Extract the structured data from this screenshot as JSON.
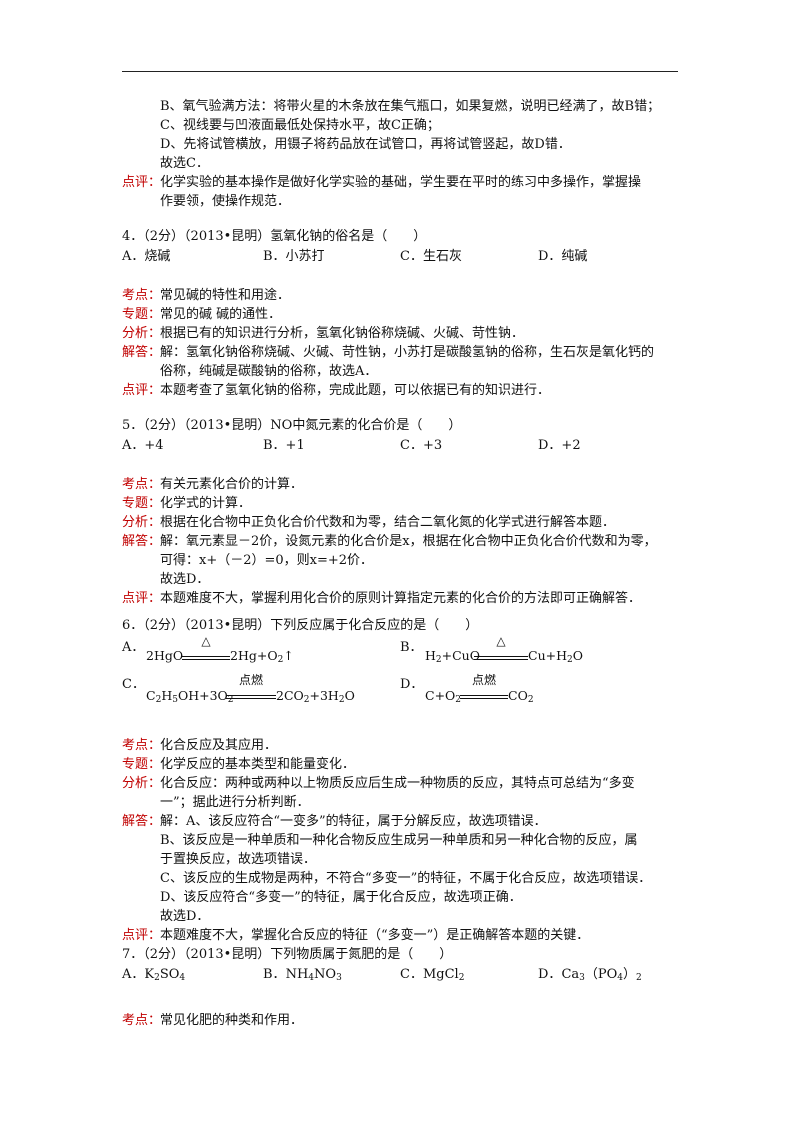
{
  "prev": {
    "b": "B、氧气验满方法：将带火星的木条放在集气瓶口，如果复燃，说明已经满了，故B错；",
    "c": "C、视线要与凹液面最低处保持水平，故C正确；",
    "d": "D、先将试管横放，用镊子将药品放在试管口，再将试管竖起，故D错．",
    "choose": "故选C．",
    "comment_label": "点评：",
    "comment_1": "化学实验的基本操作是做好化学实验的基础，学生要在平时的练习中多操作，掌握操",
    "comment_2": "作要领，使操作规范．"
  },
  "q4": {
    "stem": "4．（2分）（2013•昆明）氢氧化钠的俗名是（　　）",
    "options": [
      "A．烧碱",
      "B．小苏打",
      "C．生石灰",
      "D．纯碱"
    ],
    "kaodian_label": "考点：",
    "kaodian": "常见碱的特性和用途．",
    "zhuanti_label": "专题：",
    "zhuanti": "常见的碱  碱的通性．",
    "fenxi_label": "分析：",
    "fenxi": "根据已有的知识进行分析，氢氧化钠俗称烧碱、火碱、苛性钠．",
    "jieda_label": "解答：",
    "jieda_1": "解：氢氧化钠俗称烧碱、火碱、苛性钠，小苏打是碳酸氢钠的俗称，生石灰是氧化钙的",
    "jieda_2": "俗称，纯碱是碳酸钠的俗称，故选A．",
    "dianping_label": "点评：",
    "dianping": "本题考查了氢氧化钠的俗称，完成此题，可以依据已有的知识进行．"
  },
  "q5": {
    "stem": "5．（2分）（2013•昆明）NO中氮元素的化合价是（　　）",
    "options": [
      "A．+4",
      "B．+1",
      "C．+3",
      "D．+2"
    ],
    "kaodian_label": "考点：",
    "kaodian": "有关元素化合价的计算．",
    "zhuanti_label": "专题：",
    "zhuanti": "化学式的计算．",
    "fenxi_label": "分析：",
    "fenxi": "根据在化合物中正负化合价代数和为零，结合二氧化氮的化学式进行解答本题．",
    "jieda_label": "解答：",
    "jieda_1": "解：氧元素显－2价，设氮元素的化合价是x，根据在化合物中正负化合价代数和为零，",
    "jieda_2": "可得：x+（－2）=0，则x=+2价．",
    "jieda_3": "故选D．",
    "dianping_label": "点评：",
    "dianping": "本题难度不大，掌握利用化合价的原则计算指定元素的化合价的方法即可正确解答．"
  },
  "q6": {
    "stem": "6．（2分）（2013•昆明）下列反应属于化合反应的是（　　）",
    "opt_a": "A．",
    "opt_b": "B．",
    "opt_c": "C．",
    "opt_d": "D．",
    "a_left": "2HgO",
    "a_cond": "△",
    "a_right": "2Hg+O",
    "b_left": "H",
    "b_cond": "△",
    "c_cond": "点燃",
    "d_cond": "点燃",
    "kaodian_label": "考点：",
    "kaodian": "化合反应及其应用．",
    "zhuanti_label": "专题：",
    "zhuanti": "化学反应的基本类型和能量变化．",
    "fenxi_label": "分析：",
    "fenxi_1": "化合反应：两种或两种以上物质反应后生成一种物质的反应，其特点可总结为“多变",
    "fenxi_2": "一”；据此进行分析判断．",
    "jieda_label": "解答：",
    "jieda_1": "解：A、该反应符合“一变多”的特征，属于分解反应，故选项错误．",
    "jieda_2": "B、该反应是一种单质和一种化合物反应生成另一种单质和另一种化合物的反应，属",
    "jieda_3": "于置换反应，故选项错误．",
    "jieda_4": "C、该反应的生成物是两种，不符合“多变一”的特征，不属于化合反应，故选项错误．",
    "jieda_5": "D、该反应符合“多变一”的特征，属于化合反应，故选项正确．",
    "jieda_6": "故选D．",
    "dianping_label": "点评：",
    "dianping": "本题难度不大，掌握化合反应的特征（“多变一”）是正确解答本题的关键．"
  },
  "q7": {
    "stem": "7．（2分）（2013•昆明）下列物质属于氮肥的是（　　）",
    "opt_a": "A．",
    "opt_b": "B．",
    "opt_c": "C．",
    "opt_d": "D．",
    "kaodian_label": "考点：",
    "kaodian": "常见化肥的种类和作用．"
  }
}
